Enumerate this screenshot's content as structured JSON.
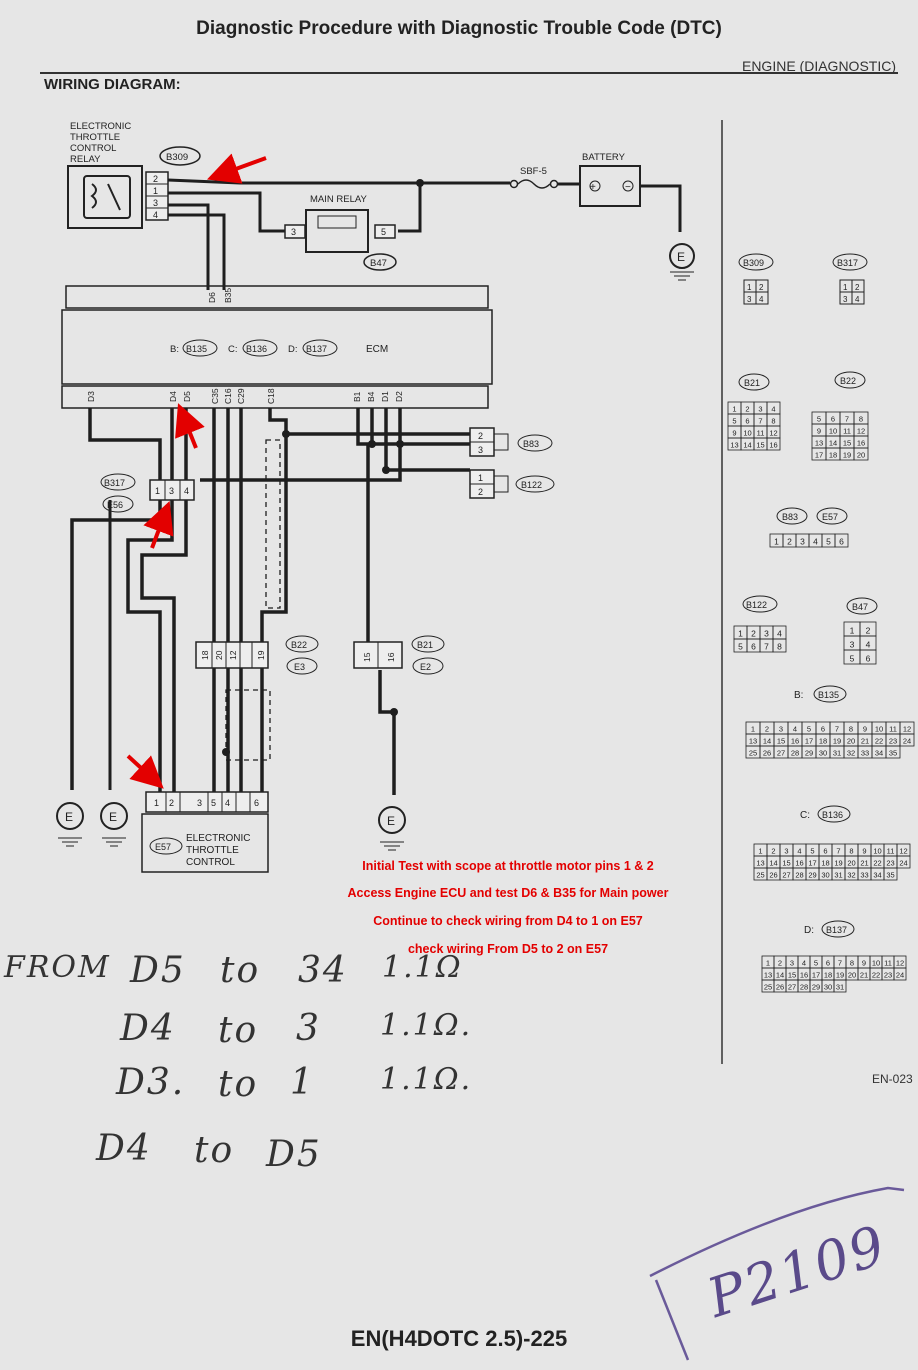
{
  "header": {
    "title": "Diagnostic Procedure with Diagnostic Trouble Code (DTC)",
    "subtitle": "ENGINE (DIAGNOSTIC)",
    "section": "WIRING DIAGRAM:"
  },
  "diagram": {
    "relay_label": [
      "ELECTRONIC",
      "THROTTLE",
      "CONTROL",
      "RELAY"
    ],
    "relay_connector": "B309",
    "relay_pins": [
      "2",
      "1",
      "3",
      "4"
    ],
    "fuse": "SBF-5",
    "battery": "BATTERY",
    "main_relay": "MAIN RELAY",
    "main_relay_pins": [
      "3",
      "5"
    ],
    "main_relay_connector": "B47",
    "ecm": "ECM",
    "ecm_connectors": [
      "B:",
      "B135",
      "C:",
      "B136",
      "D:",
      "B137"
    ],
    "ecm_top_pins": [
      "D6",
      "B35"
    ],
    "ecm_bottom_pins": [
      "D3",
      "D4",
      "D5",
      "C35",
      "C16",
      "C29",
      "C18",
      "B1",
      "B4",
      "D1",
      "D2"
    ],
    "b317": "B317",
    "e56": "E56",
    "b317_pins": [
      "1",
      "3",
      "4"
    ],
    "b83": "B83",
    "b83_pins": [
      "2",
      "3"
    ],
    "b122": "B122",
    "b122_pins": [
      "1",
      "2"
    ],
    "b22": "B22",
    "e3": "E3",
    "b22_pins": [
      "18",
      "20",
      "12",
      "19"
    ],
    "b21": "B21",
    "e2": "E2",
    "b21_pins": [
      "15",
      "16"
    ],
    "e57": "E57",
    "throttle_label": [
      "ELECTRONIC",
      "THROTTLE",
      "CONTROL"
    ],
    "e57_pins": [
      "1",
      "2",
      "3",
      "5",
      "4",
      "6"
    ],
    "ground": "E"
  },
  "connector_views": {
    "b309": "B309",
    "b309_pins": [
      "1",
      "2",
      "3",
      "4"
    ],
    "b317": "B317",
    "b317_pins": [
      "1",
      "2",
      "3",
      "4"
    ],
    "b21": "B21",
    "b21_pins": [
      "1",
      "2",
      "3",
      "4",
      "5",
      "6",
      "7",
      "8",
      "9",
      "10",
      "11",
      "12",
      "13",
      "14",
      "15",
      "16"
    ],
    "b22": "B22",
    "b22_pins": [
      "5",
      "6",
      "7",
      "8",
      "9",
      "10",
      "11",
      "12",
      "13",
      "14",
      "15",
      "16",
      "17",
      "18",
      "19",
      "20"
    ],
    "b83": "B83",
    "e57": "E57",
    "b83_pins": [
      "1",
      "2",
      "3",
      "4",
      "5",
      "6"
    ],
    "b122": "B122",
    "b122_pins": [
      "1",
      "2",
      "3",
      "4",
      "5",
      "6",
      "7",
      "8"
    ],
    "b47": "B47",
    "b47_pins": [
      "1",
      "2",
      "3",
      "4",
      "5",
      "6"
    ],
    "b135_prefix": "B:",
    "b135": "B135",
    "b135_pins": [
      "1",
      "2",
      "3",
      "4",
      "5",
      "6",
      "7",
      "8",
      "9",
      "10",
      "11",
      "12",
      "13",
      "14",
      "15",
      "16",
      "17",
      "18",
      "19",
      "20",
      "21",
      "22",
      "23",
      "24",
      "25",
      "26",
      "27",
      "28",
      "29",
      "30",
      "31",
      "32",
      "33",
      "34",
      "35"
    ],
    "b136_prefix": "C:",
    "b136": "B136",
    "b136_pins": [
      "1",
      "2",
      "3",
      "4",
      "5",
      "6",
      "7",
      "8",
      "9",
      "10",
      "11",
      "12",
      "13",
      "14",
      "15",
      "16",
      "17",
      "18",
      "19",
      "20",
      "21",
      "22",
      "23",
      "24",
      "25",
      "26",
      "27",
      "28",
      "29",
      "30",
      "31",
      "32",
      "33",
      "34",
      "35"
    ],
    "b137_prefix": "D:",
    "b137": "B137",
    "b137_pins": [
      "1",
      "2",
      "3",
      "4",
      "5",
      "6",
      "7",
      "8",
      "9",
      "10",
      "11",
      "12",
      "13",
      "14",
      "15",
      "16",
      "17",
      "18",
      "19",
      "20",
      "21",
      "22",
      "23",
      "24",
      "25",
      "26",
      "27",
      "28",
      "29",
      "30",
      "31"
    ]
  },
  "notes": [
    "Initial Test with scope at throttle motor pins 1 & 2",
    "Access Engine ECU and test D6 & B35 for Main power",
    "Continue to check wiring from D4 to 1 on E57",
    "check wiring From D5 to 2 on E57"
  ],
  "handwriting": {
    "rows": [
      {
        "a": "FROM",
        "b": "D5",
        "c": "to",
        "d": "34",
        "e": "1.1Ω"
      },
      {
        "a": "",
        "b": "D4",
        "c": "to",
        "d": "3",
        "e": "1.1Ω."
      },
      {
        "a": "",
        "b": "D3.",
        "c": "to",
        "d": "1",
        "e": "1.1Ω."
      },
      {
        "a": "",
        "b": "D4",
        "c": "to",
        "d": "D5",
        "e": ""
      }
    ],
    "code": "P2109"
  },
  "page_code": "EN-023",
  "footer": "EN(H4DOTC 2.5)-225",
  "colors": {
    "arrow": "#e30000",
    "note_text": "#e30000",
    "wire": "#1e1e1e"
  }
}
